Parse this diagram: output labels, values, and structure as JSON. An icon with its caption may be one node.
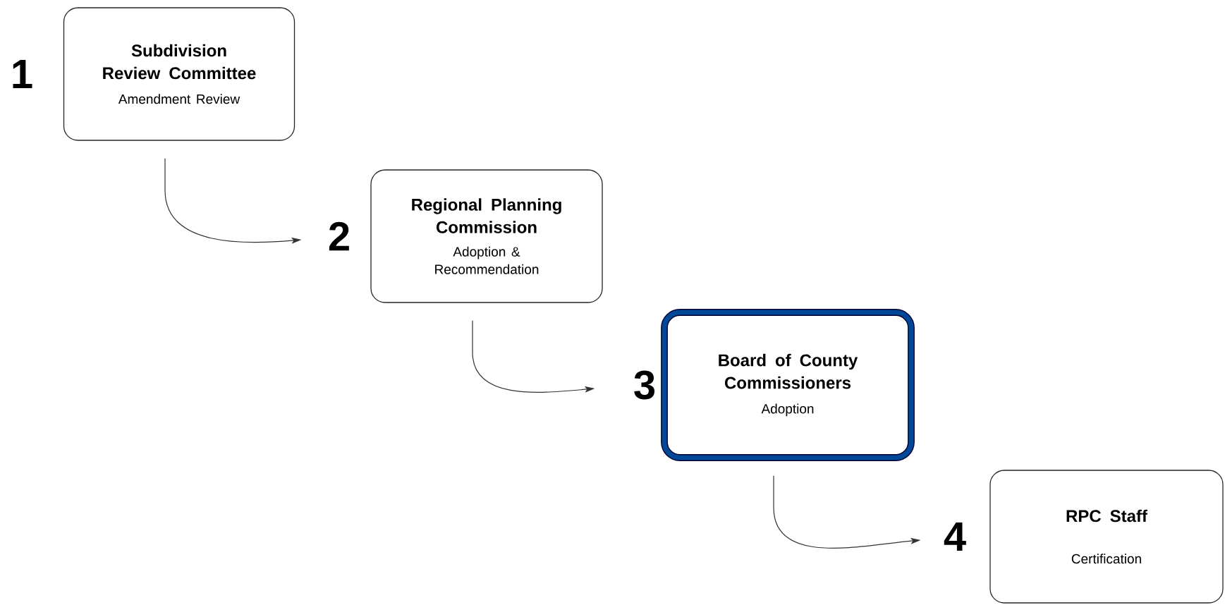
{
  "diagram": {
    "nodes": [
      {
        "text": [
          "Subdivision Review Committee",
          "Amendment Review"
        ],
        "beside": [
          "1"
        ]
      },
      {
        "text": [
          "Regional Planning Commission",
          "Adoption & Recommendation"
        ],
        "beside": [
          "2"
        ]
      },
      {
        "text": [
          "Board of County Commissioners",
          "Adoption"
        ],
        "beside": [
          "3"
        ]
      },
      {
        "text": [
          "RPC Staff",
          "Certification"
        ],
        "beside": [
          "4"
        ]
      }
    ],
    "edges": [
      {
        "from": 0,
        "to": 1,
        "arrow": "to"
      },
      {
        "from": 1,
        "to": 2,
        "arrow": "to"
      },
      {
        "from": 2,
        "to": 3,
        "arrow": "to"
      }
    ]
  }
}
